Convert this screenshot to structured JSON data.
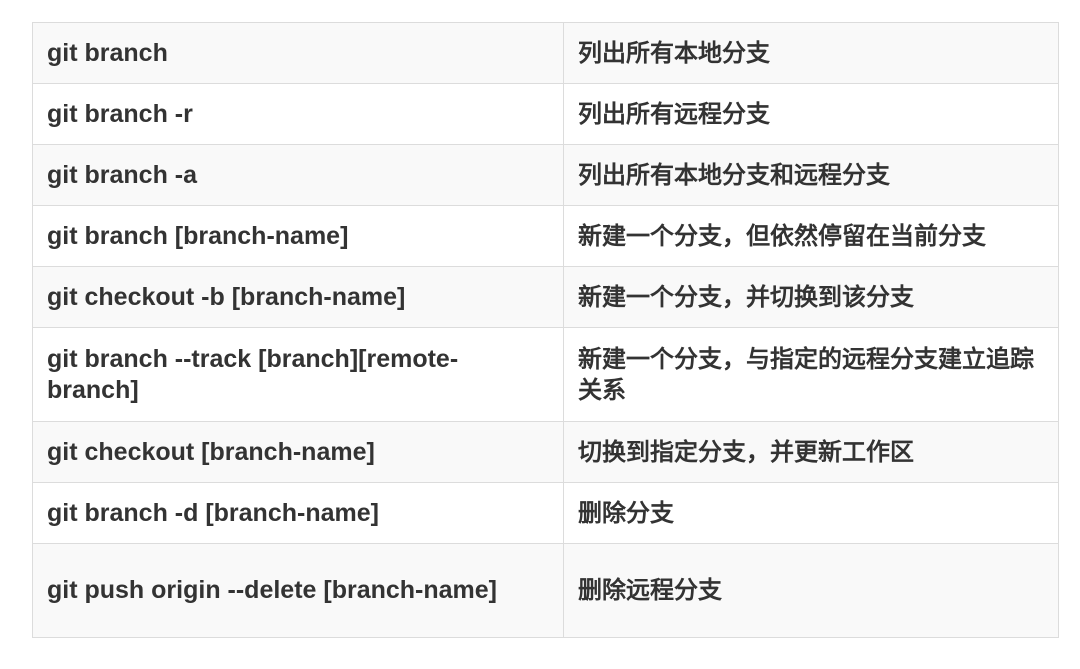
{
  "table": {
    "rows": [
      {
        "command": "git branch",
        "description": "列出所有本地分支"
      },
      {
        "command": "git branch -r",
        "description": "列出所有远程分支"
      },
      {
        "command": "git branch -a",
        "description": "列出所有本地分支和远程分支"
      },
      {
        "command": "git branch [branch-name]",
        "description": "新建一个分支，但依然停留在当前分支"
      },
      {
        "command": "git checkout -b [branch-name]",
        "description": "新建一个分支，并切换到该分支"
      },
      {
        "command": "git branch --track [branch][remote-branch]",
        "description": "新建一个分支，与指定的远程分支建立追踪关系"
      },
      {
        "command": "git checkout [branch-name]",
        "description": "切换到指定分支，并更新工作区"
      },
      {
        "command": "git branch -d [branch-name]",
        "description": "删除分支"
      },
      {
        "command": "git push origin --delete [branch-name]",
        "description": "删除远程分支"
      }
    ]
  }
}
